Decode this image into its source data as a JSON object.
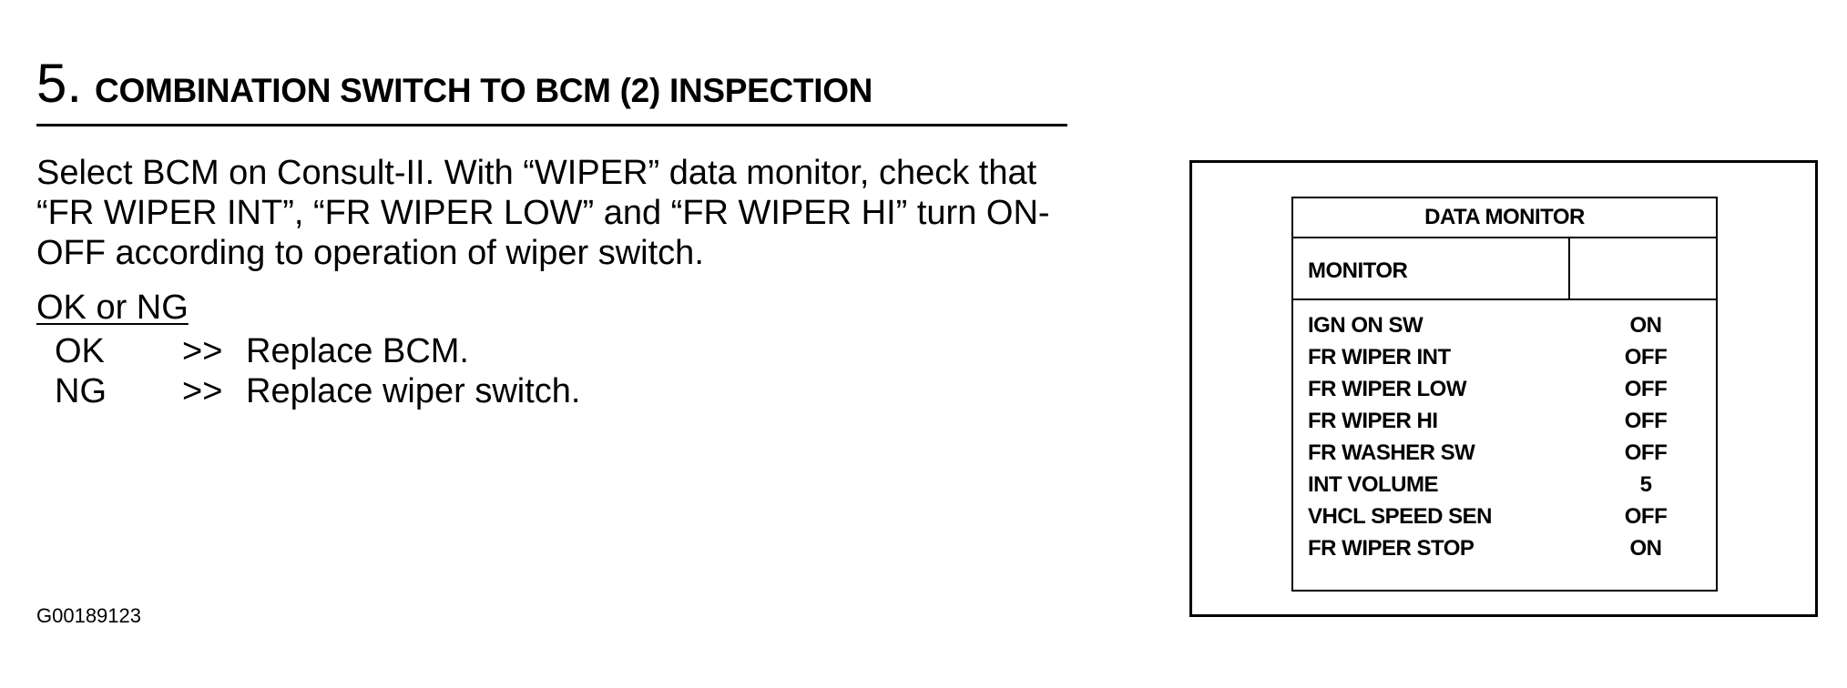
{
  "heading": {
    "step_number": "5.",
    "title": "COMBINATION SWITCH TO BCM (2) INSPECTION"
  },
  "instructions": {
    "lines": [
      "Select BCM on Consult-II. With “WIPER” data monitor, check that",
      "“FR WIPER INT”, “FR WIPER LOW” and “FR WIPER HI” turn ON-",
      "OFF according to operation of wiper switch."
    ]
  },
  "result": {
    "label": "OK or NG",
    "ok": {
      "code": "OK",
      "arrow": ">>",
      "action": "Replace BCM."
    },
    "ng": {
      "code": "NG",
      "arrow": ">>",
      "action": "Replace wiper switch."
    }
  },
  "data_monitor": {
    "title": "DATA MONITOR",
    "column_label": "MONITOR",
    "rows": [
      {
        "item": "IGN ON SW",
        "value": "ON"
      },
      {
        "item": "FR WIPER INT",
        "value": "OFF"
      },
      {
        "item": "FR WIPER LOW",
        "value": "OFF"
      },
      {
        "item": "FR WIPER HI",
        "value": "OFF"
      },
      {
        "item": "FR WASHER SW",
        "value": "OFF"
      },
      {
        "item": "INT VOLUME",
        "value": "5"
      },
      {
        "item": "VHCL SPEED SEN",
        "value": "OFF"
      },
      {
        "item": "FR WIPER STOP",
        "value": "ON"
      }
    ]
  },
  "figure_id": "G00189123"
}
